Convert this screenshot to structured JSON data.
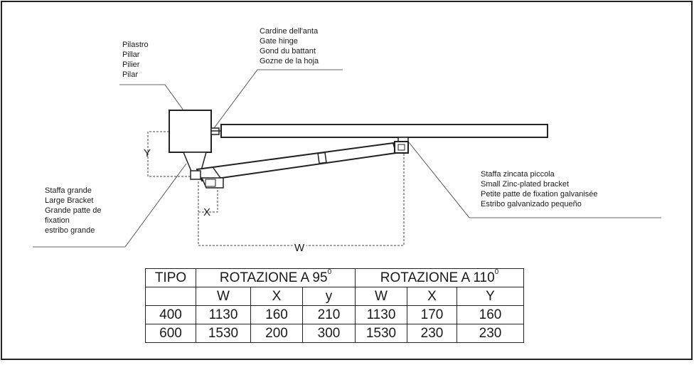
{
  "labels": {
    "pillar": [
      "Pilastro",
      "Pillar",
      "Pilier",
      "Pilar"
    ],
    "hinge": [
      "Cardine dell'anta",
      "Gate hinge",
      "Gond du battant",
      "Gozne de la hoja"
    ],
    "large_bracket": [
      "Staffa grande",
      "Large Bracket",
      "Grande patte de",
      "fixation",
      "estribo grande"
    ],
    "small_bracket": [
      "Staffa zincata piccola",
      "Small Zinc-plated bracket",
      "Petite patte de fixation galvanisée",
      "Estribo galvanizado pequeño"
    ]
  },
  "dimensions": {
    "y": "Y",
    "x": "X",
    "w": "W"
  },
  "table": {
    "tipo": "TIPO",
    "rot95_text": "ROTAZIONE A 95",
    "rot110_text": "ROTAZIONE A 110",
    "degree_mark": "0",
    "subheaders": [
      "W",
      "X",
      "y",
      "W",
      "X",
      "Y"
    ],
    "rows": [
      [
        "400",
        "1130",
        "160",
        "210",
        "1130",
        "170",
        "160"
      ],
      [
        "600",
        "1530",
        "200",
        "300",
        "1530",
        "230",
        "230"
      ]
    ]
  }
}
